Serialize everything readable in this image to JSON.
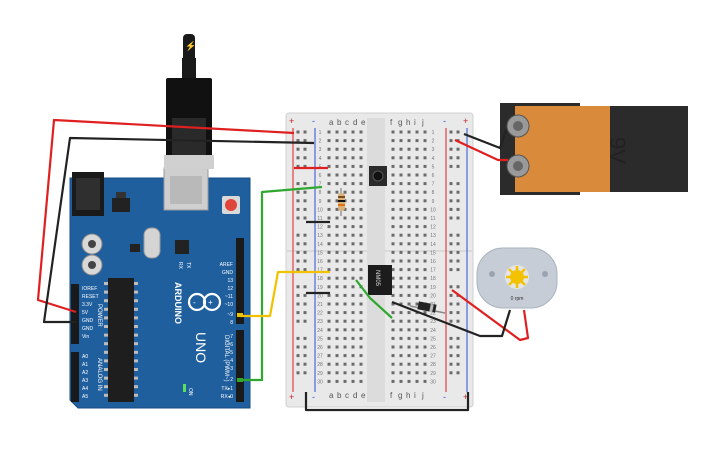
{
  "arduino": {
    "logo": "ARDUINO",
    "model": "UNO",
    "power_label": "POWER",
    "analog_label": "ANALOG IN",
    "digital_label": "DIGITAL (PWM~)",
    "on_label": "ON",
    "rx_label": "RX",
    "tx_label": "TX",
    "power_pins": [
      "IOREF",
      "RESET",
      "3.3V",
      "5V",
      "GND",
      "GND",
      "Vin"
    ],
    "analog_pins": [
      "A0",
      "A1",
      "A2",
      "A3",
      "A4",
      "A5"
    ],
    "digital_top": [
      "AREF",
      "GND",
      "13",
      "12",
      "~11",
      "~10",
      "~9",
      "8"
    ],
    "digital_bottom": [
      "7",
      "~6",
      "~5",
      "4",
      "~3",
      "2",
      "TX▸1",
      "RX◂0"
    ]
  },
  "breadboard": {
    "columns_left": [
      "a",
      "b",
      "c",
      "d",
      "e"
    ],
    "columns_right": [
      "f",
      "g",
      "h",
      "i",
      "j"
    ],
    "rail_plus": "+",
    "rail_minus": "-"
  },
  "battery": {
    "label": "9V",
    "body_color": "#d98a3a",
    "cap_color": "#2b2b2b"
  },
  "ic": {
    "label": "NM05"
  },
  "motor": {
    "speed_label": "0 rpm"
  },
  "wire_colors": {
    "red": "#e02020",
    "black": "#222222",
    "green": "#2ea82e",
    "yellow": "#f2c200"
  }
}
